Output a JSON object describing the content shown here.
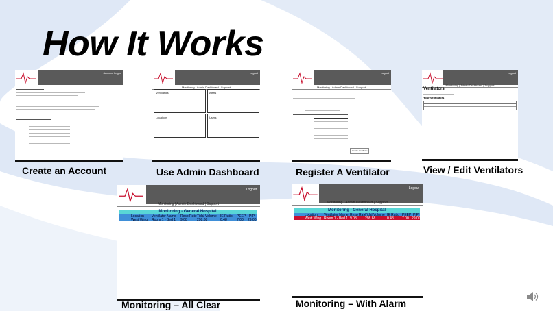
{
  "slide": {
    "title": "How It Works"
  },
  "thumbnails": [
    {
      "caption": "Create an Account",
      "header_link": "Account Login"
    },
    {
      "caption": "Use Admin Dashboard",
      "header_link": "Logout",
      "nav": "Monitoring | Admin Dashboard | Support",
      "boxes": [
        "Ventilators",
        "Alerts",
        "Locations",
        "Users"
      ]
    },
    {
      "caption": "Register A Ventilator",
      "header_link": "Logout",
      "nav": "Monitoring | Admin Dashboard | Support",
      "button": "Create Ventilator"
    },
    {
      "caption": "View / Edit Ventilators",
      "header_link": "Logout",
      "nav": "Monitoring | Admin Dashboard | Support",
      "heading": "Ventilators",
      "subheading": "Your Ventilators"
    },
    {
      "caption": "Monitoring – All Clear",
      "header_link": "Logout",
      "nav": "Monitoring | Admin Dashboard | Support",
      "table_title": "Monitoring - General Hospital",
      "columns": [
        "Location",
        "Ventilator Name",
        "Resp Rate",
        "Tidal Volume",
        "IE Ratio",
        "PEEP",
        "PIP"
      ],
      "row": [
        "West Wing",
        "Room 1 - Bed 1",
        "9.08",
        "298.68",
        "0.48",
        "7.00",
        "29.00"
      ],
      "row_color": "#3f8fd8"
    },
    {
      "caption": "Monitoring – With Alarm",
      "header_link": "Logout",
      "nav": "Monitoring | Admin Dashboard | Support",
      "table_title": "Monitoring - General Hospital",
      "columns": [
        "Location",
        "Ventilator Name",
        "Resp Rate",
        "Tidal Volume",
        "IE Ratio",
        "PEEP",
        "PIP"
      ],
      "row": [
        "West Wing",
        "Room 1 - Bed 1",
        "9.08",
        "298.68",
        "0.48",
        "7.00",
        "29.00"
      ],
      "row_color": "#c8102e"
    }
  ],
  "icons": {
    "speaker": "speaker-icon"
  }
}
